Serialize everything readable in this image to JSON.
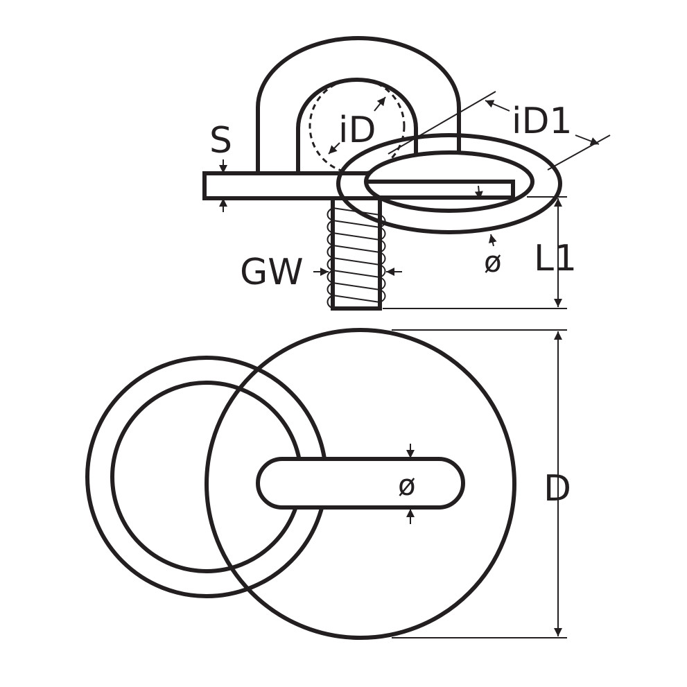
{
  "labels": {
    "s": "S",
    "id": "iD",
    "id1": "iD1",
    "gw": "GW",
    "dia_ring": "ø",
    "l1": "L1",
    "dia_slot": "ø",
    "d": "D"
  },
  "colors": {
    "line": "#231f20",
    "background": "#ffffff"
  }
}
